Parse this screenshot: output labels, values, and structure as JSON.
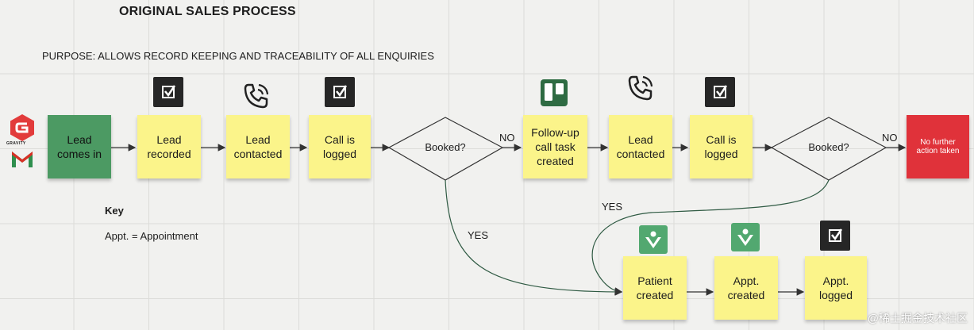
{
  "title": "ORIGINAL SALES PROCESS",
  "purpose": "PURPOSE: ALLOWS RECORD KEEPING AND TRACEABILITY OF ALL ENQUIRIES",
  "key": {
    "heading": "Key",
    "entry": "Appt. = Appointment"
  },
  "logo": {
    "brand": "GRAVITY"
  },
  "nodes": {
    "lead_comes_in": "Lead\ncomes in",
    "lead_recorded": "Lead\nrecorded",
    "lead_contacted_1": "Lead\ncontacted",
    "call_logged_1": "Call is\nlogged",
    "booked_1": "Booked?",
    "follow_up": "Follow-up\ncall task\ncreated",
    "lead_contacted_2": "Lead\ncontacted",
    "call_logged_2": "Call is\nlogged",
    "booked_2": "Booked?",
    "no_further": "No further\naction taken",
    "patient_created": "Patient\ncreated",
    "appt_created": "Appt.\ncreated",
    "appt_logged": "Appt.\nlogged"
  },
  "edge_labels": {
    "no_1": "NO",
    "no_2": "NO",
    "yes_1": "YES",
    "yes_2": "YES"
  },
  "icons": [
    "gravity-forms-logo-icon",
    "gmail-icon",
    "checkbox-app-icon",
    "phone-call-icon",
    "trello-icon",
    "practice-app-icon"
  ],
  "colors": {
    "sticky_yellow": "#fbf48a",
    "sticky_green": "#4c9a63",
    "sticky_red": "#e0323a",
    "connector": "#2f5a43",
    "arrow": "#333333"
  },
  "watermark": "@稀土掘金技术社区"
}
